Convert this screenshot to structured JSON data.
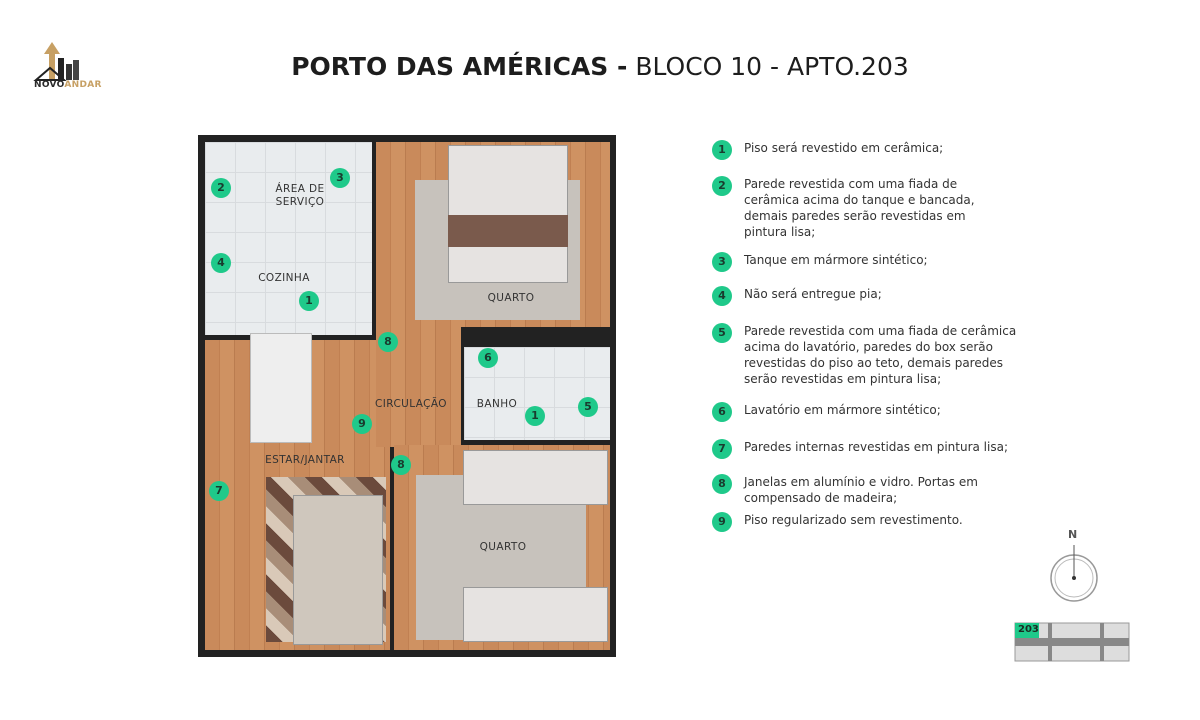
{
  "logo": {
    "text_bold": "NOVO",
    "text_accent": "ANDAR"
  },
  "title": {
    "bold": "PORTO DAS AMÉRICAS -",
    "regular": " BLOCO 10 - APTO.203"
  },
  "rooms": {
    "servico_1": "ÁREA DE",
    "servico_2": "SERVIÇO",
    "cozinha": "COZINHA",
    "quarto1": "QUARTO",
    "circulacao": "CIRCULAÇÃO",
    "banho": "BANHO",
    "estar": "ESTAR/JANTAR",
    "quarto2": "QUARTO"
  },
  "markers": [
    "1",
    "2",
    "3",
    "4",
    "8",
    "6",
    "1",
    "5",
    "9",
    "8",
    "7"
  ],
  "legend": [
    {
      "n": "1",
      "text": "Piso será revestido em cerâmica;"
    },
    {
      "n": "2",
      "text": "Parede revestida com uma fiada de cerâmica acima do tanque e bancada, demais paredes serão revestidas em pintura lisa;"
    },
    {
      "n": "3",
      "text": "Tanque em mármore sintético;"
    },
    {
      "n": "4",
      "text": "Não será entregue pia;"
    },
    {
      "n": "5",
      "text": "Parede revestida com uma fiada de cerâmica acima do lavatório, paredes do box serão revestidas do piso ao teto, demais paredes serão revestidas em pintura lisa;"
    },
    {
      "n": "6",
      "text": "Lavatório em mármore sintético;"
    },
    {
      "n": "7",
      "text": "Paredes internas revestidas em pintura lisa;"
    },
    {
      "n": "8",
      "text": "Janelas em alumínio e vidro. Portas em compensado de madeira;"
    },
    {
      "n": "9",
      "text": "Piso regularizado sem revestimento."
    }
  ],
  "compass": {
    "label": "N"
  },
  "keyplan": {
    "unit": "203"
  },
  "colors": {
    "accent": "#1fc98a",
    "wall": "#222222",
    "logo_gold": "#c7a064"
  }
}
